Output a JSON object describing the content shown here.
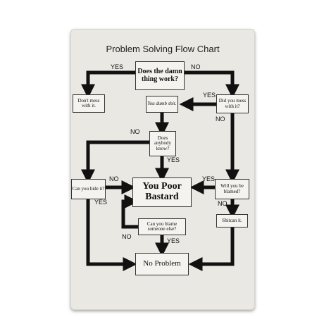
{
  "title": "Problem Solving Flow Chart",
  "nodes": {
    "work": "Does the damn thing work?",
    "dont_mess": "Don't mess with it.",
    "mess_with": "Did you mess with it?",
    "dumb": "You dumb shit.",
    "anybody": "Does anybody know?",
    "hide": "Can you hide it?",
    "poor": "You Poor Bastard",
    "blamed": "Will you be blamed?",
    "blame_else": "Can you blame someone else?",
    "shitcan": "Shitcan it.",
    "no_problem": "No Problem"
  },
  "labels": {
    "yes_work": "YES",
    "no_work": "NO",
    "yes_mess": "YES",
    "no_mess": "NO",
    "no_anybody": "NO",
    "yes_anybody": "YES",
    "no_hide": "NO",
    "yes_hide": "YES",
    "yes_blamed": "YES",
    "no_blamed": "NO",
    "no_blame_else": "NO",
    "yes_blame_else": "YES"
  }
}
